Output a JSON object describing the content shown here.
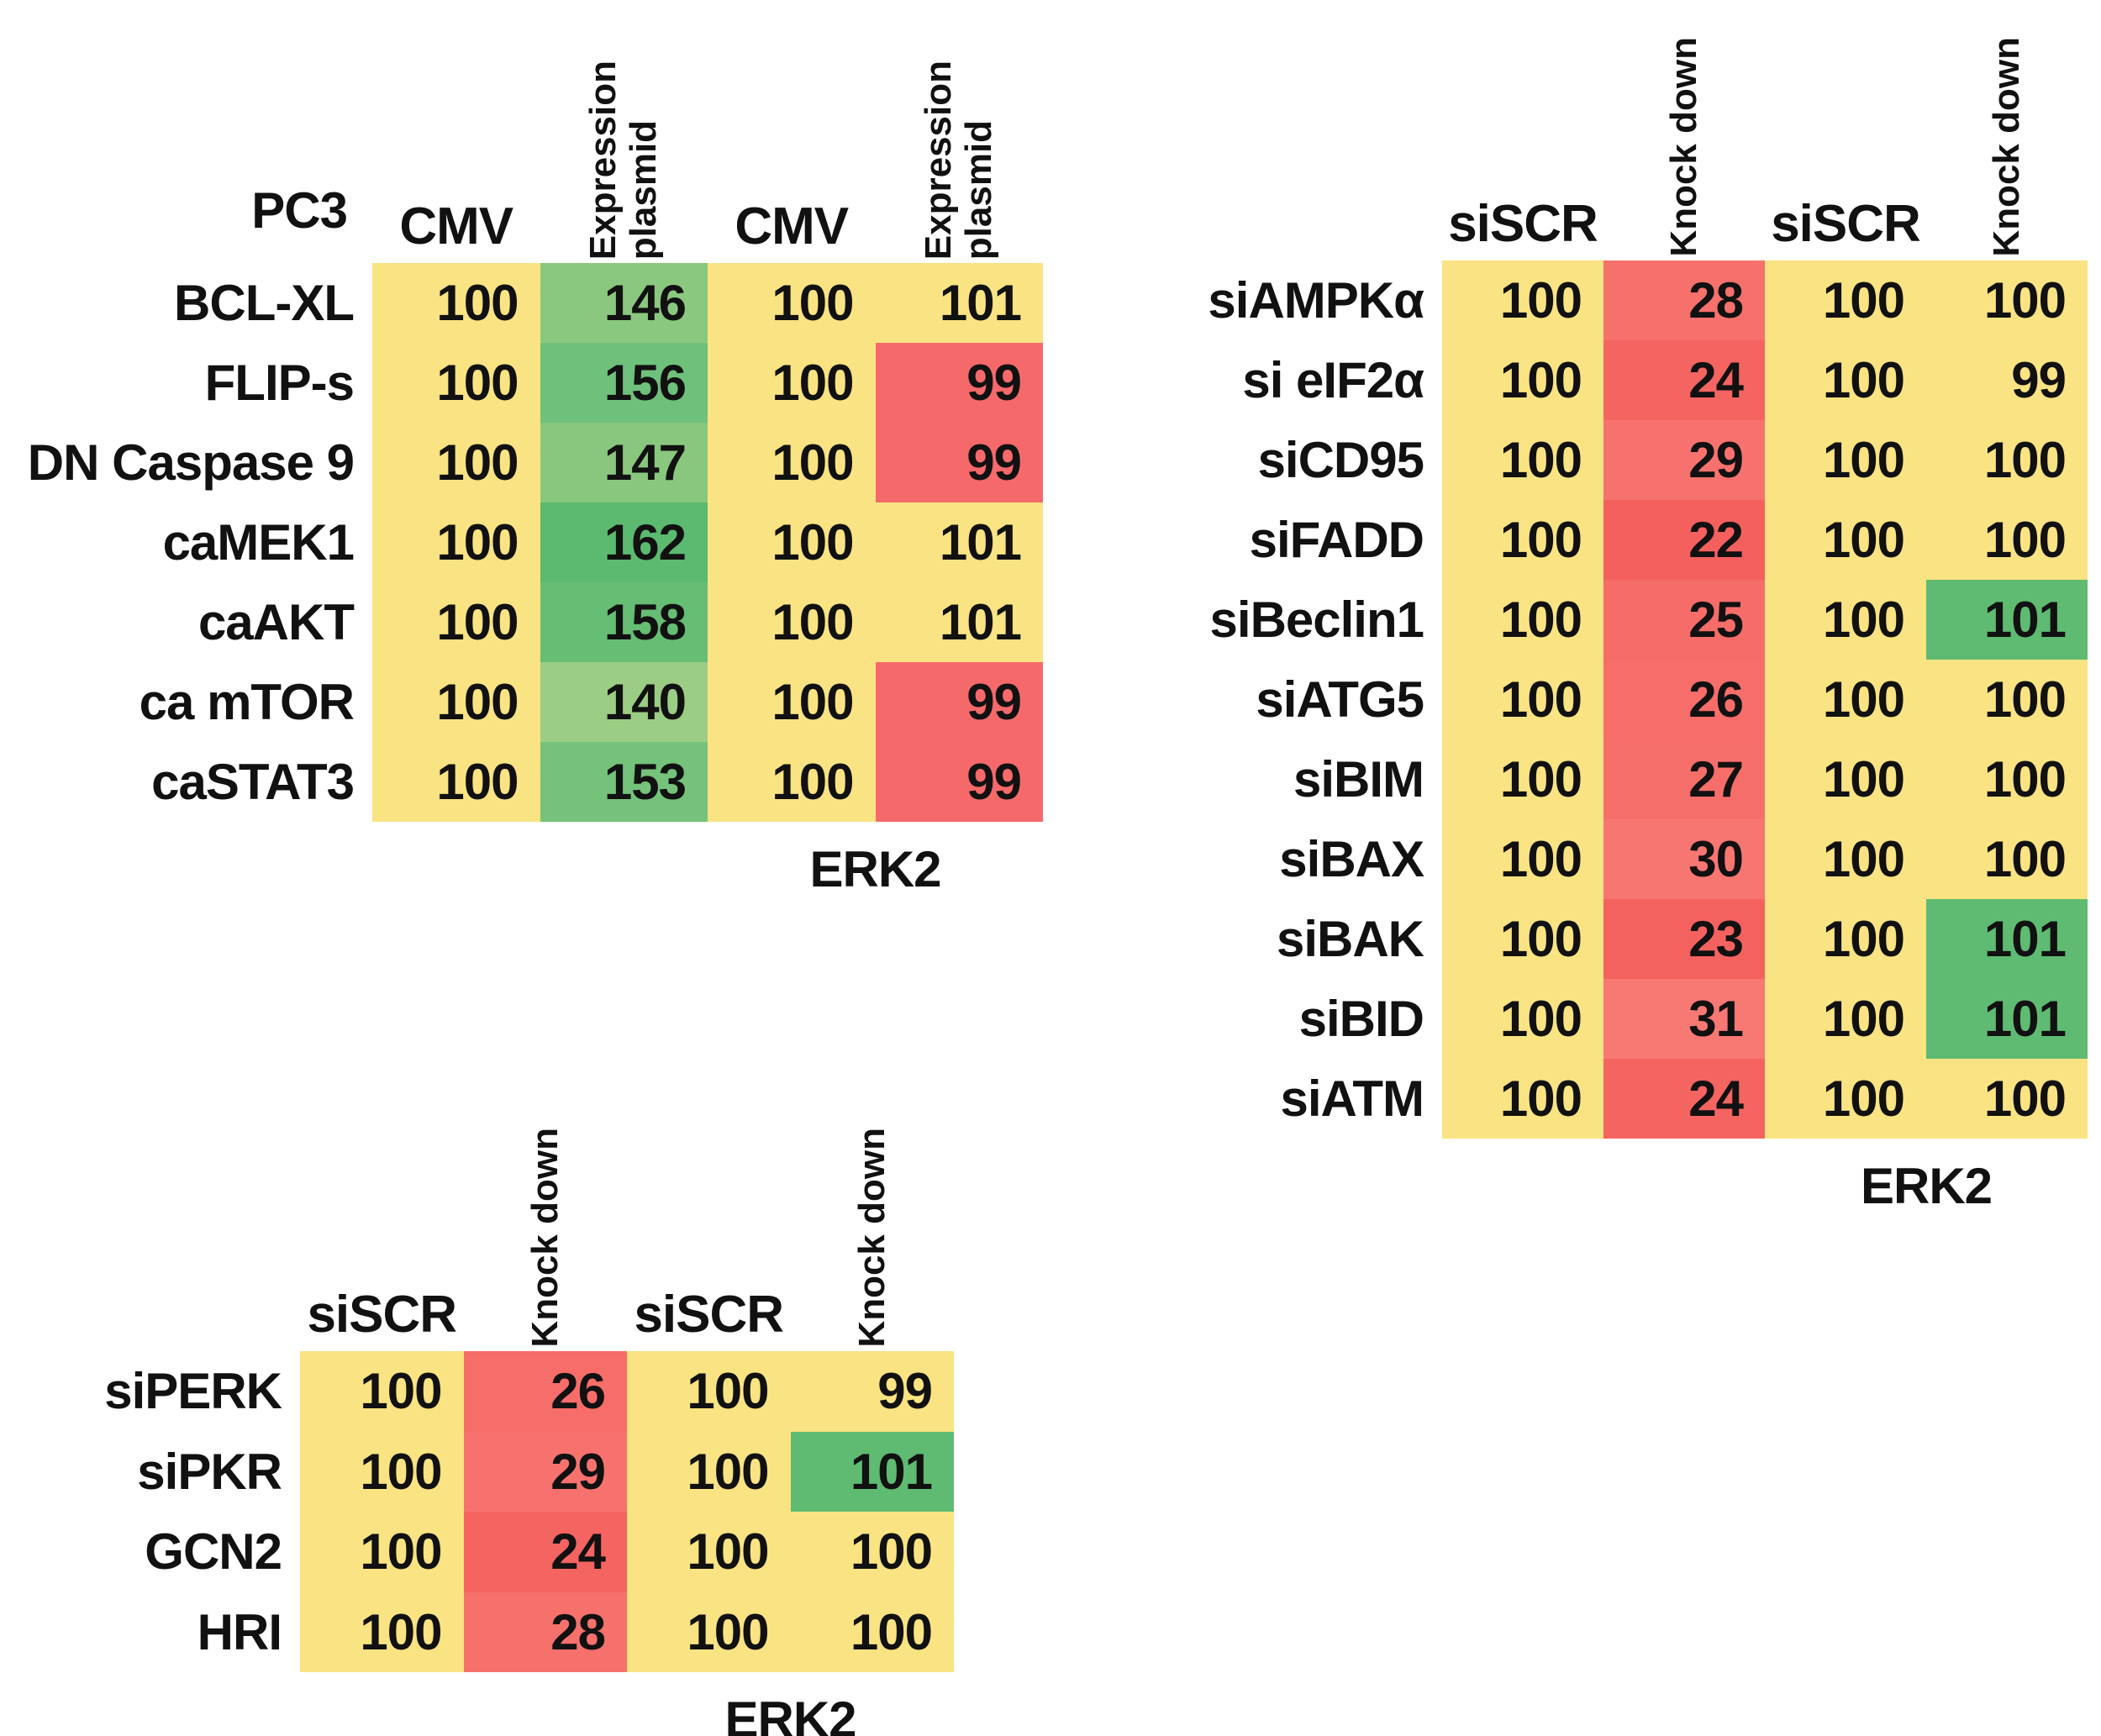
{
  "figure": {
    "background": "#ffffff",
    "text_color": "#111111"
  },
  "colors": {
    "baseline_yellow": "#FAE382",
    "decrease_red": "#F5696B",
    "increase_green": "#5FBB72"
  },
  "chart_data": [
    {
      "type": "heatmap",
      "title": "PC3",
      "columns": [
        "CMV",
        "Expression plasmid",
        "CMV",
        "Expression plasmid"
      ],
      "rows": [
        "BCL-XL",
        "FLIP-s",
        "DN Caspase 9",
        "caMEK1",
        "caAKT",
        "ca mTOR",
        "caSTAT3"
      ],
      "values": [
        [
          100,
          146,
          100,
          101
        ],
        [
          100,
          156,
          100,
          99
        ],
        [
          100,
          147,
          100,
          99
        ],
        [
          100,
          162,
          100,
          101
        ],
        [
          100,
          158,
          100,
          101
        ],
        [
          100,
          140,
          100,
          99
        ],
        [
          100,
          153,
          100,
          99
        ]
      ],
      "footer_label": "ERK2",
      "legend": "red-yellow-green conditional formatting, 100 = baseline"
    },
    {
      "type": "heatmap",
      "title": "",
      "columns": [
        "siSCR",
        "Knock down",
        "siSCR",
        "Knock down"
      ],
      "rows": [
        "siAMPKα",
        "si eIF2α",
        "siCD95",
        "siFADD",
        "siBeclin1",
        "siATG5",
        "siBIM",
        "siBAX",
        "siBAK",
        "siBID",
        "siATM"
      ],
      "values": [
        [
          100,
          28,
          100,
          100
        ],
        [
          100,
          24,
          100,
          99
        ],
        [
          100,
          29,
          100,
          100
        ],
        [
          100,
          22,
          100,
          100
        ],
        [
          100,
          25,
          100,
          101
        ],
        [
          100,
          26,
          100,
          100
        ],
        [
          100,
          27,
          100,
          100
        ],
        [
          100,
          30,
          100,
          100
        ],
        [
          100,
          23,
          100,
          101
        ],
        [
          100,
          31,
          100,
          101
        ],
        [
          100,
          24,
          100,
          100
        ]
      ],
      "footer_label": "ERK2",
      "legend": "red-yellow-green conditional formatting, 100 = baseline"
    },
    {
      "type": "heatmap",
      "title": "",
      "columns": [
        "siSCR",
        "Knock down",
        "siSCR",
        "Knock down"
      ],
      "rows": [
        "siPERK",
        "siPKR",
        "GCN2",
        "HRI"
      ],
      "values": [
        [
          100,
          26,
          100,
          99
        ],
        [
          100,
          29,
          100,
          101
        ],
        [
          100,
          24,
          100,
          100
        ],
        [
          100,
          28,
          100,
          100
        ]
      ],
      "footer_label": "ERK2",
      "legend": "red-yellow-green conditional formatting, 100 = baseline"
    }
  ],
  "tables": [
    {
      "name": "pc3-overexpression",
      "corner_label": "PC3",
      "footer_label": "ERK2",
      "col_headers": [
        {
          "label": "CMV",
          "rotated": false
        },
        {
          "label": "Expression\nplasmid",
          "rotated": true
        },
        {
          "label": "CMV",
          "rotated": false
        },
        {
          "label": "Expression\nplasmid",
          "rotated": true
        }
      ],
      "rows": [
        {
          "label": "BCL-XL",
          "cells": [
            {
              "v": "100",
              "bg": "#FAE382"
            },
            {
              "v": "146",
              "bg": "#8BC87F"
            },
            {
              "v": "100",
              "bg": "#FAE382"
            },
            {
              "v": "101",
              "bg": "#FAE382"
            }
          ]
        },
        {
          "label": "FLIP-s",
          "cells": [
            {
              "v": "100",
              "bg": "#FAE382"
            },
            {
              "v": "156",
              "bg": "#6FC07B"
            },
            {
              "v": "100",
              "bg": "#FAE382"
            },
            {
              "v": "99",
              "bg": "#F5696B"
            }
          ]
        },
        {
          "label": "DN Caspase 9",
          "cells": [
            {
              "v": "100",
              "bg": "#FAE382"
            },
            {
              "v": "147",
              "bg": "#89C77E"
            },
            {
              "v": "100",
              "bg": "#FAE382"
            },
            {
              "v": "99",
              "bg": "#F5696B"
            }
          ]
        },
        {
          "label": "caMEK1",
          "cells": [
            {
              "v": "100",
              "bg": "#FAE382"
            },
            {
              "v": "162",
              "bg": "#5BBA70"
            },
            {
              "v": "100",
              "bg": "#FAE382"
            },
            {
              "v": "101",
              "bg": "#FAE382"
            }
          ]
        },
        {
          "label": "caAKT",
          "cells": [
            {
              "v": "100",
              "bg": "#FAE382"
            },
            {
              "v": "158",
              "bg": "#66BD74"
            },
            {
              "v": "100",
              "bg": "#FAE382"
            },
            {
              "v": "101",
              "bg": "#FAE382"
            }
          ]
        },
        {
          "label": "ca mTOR",
          "cells": [
            {
              "v": "100",
              "bg": "#FAE382"
            },
            {
              "v": "140",
              "bg": "#9BCD84"
            },
            {
              "v": "100",
              "bg": "#FAE382"
            },
            {
              "v": "99",
              "bg": "#F5696B"
            }
          ]
        },
        {
          "label": "caSTAT3",
          "cells": [
            {
              "v": "100",
              "bg": "#FAE382"
            },
            {
              "v": "153",
              "bg": "#75C27A"
            },
            {
              "v": "100",
              "bg": "#FAE382"
            },
            {
              "v": "99",
              "bg": "#F5696B"
            }
          ]
        }
      ]
    },
    {
      "name": "sirna-knockdown-main",
      "corner_label": "",
      "footer_label": "ERK2",
      "col_headers": [
        {
          "label": "siSCR",
          "rotated": false
        },
        {
          "label": "Knock down",
          "rotated": true
        },
        {
          "label": "siSCR",
          "rotated": false
        },
        {
          "label": "Knock down",
          "rotated": true
        }
      ],
      "rows": [
        {
          "label": "siAMPKα",
          "cells": [
            {
              "v": "100",
              "bg": "#FAE382"
            },
            {
              "v": "28",
              "bg": "#F6706C"
            },
            {
              "v": "100",
              "bg": "#FAE382"
            },
            {
              "v": "100",
              "bg": "#FAE382"
            }
          ]
        },
        {
          "label": "si eIF2α",
          "cells": [
            {
              "v": "100",
              "bg": "#FAE382"
            },
            {
              "v": "24",
              "bg": "#F46461"
            },
            {
              "v": "100",
              "bg": "#FAE382"
            },
            {
              "v": "99",
              "bg": "#FAE382"
            }
          ]
        },
        {
          "label": "siCD95",
          "cells": [
            {
              "v": "100",
              "bg": "#FAE382"
            },
            {
              "v": "29",
              "bg": "#F7726E"
            },
            {
              "v": "100",
              "bg": "#FAE382"
            },
            {
              "v": "100",
              "bg": "#FAE382"
            }
          ]
        },
        {
          "label": "siFADD",
          "cells": [
            {
              "v": "100",
              "bg": "#FAE382"
            },
            {
              "v": "22",
              "bg": "#F4605E"
            },
            {
              "v": "100",
              "bg": "#FAE382"
            },
            {
              "v": "100",
              "bg": "#FAE382"
            }
          ]
        },
        {
          "label": "siBeclin1",
          "cells": [
            {
              "v": "100",
              "bg": "#FAE382"
            },
            {
              "v": "25",
              "bg": "#F66C68"
            },
            {
              "v": "100",
              "bg": "#FAE382"
            },
            {
              "v": "101",
              "bg": "#5FBB72"
            }
          ]
        },
        {
          "label": "siATG5",
          "cells": [
            {
              "v": "100",
              "bg": "#FAE382"
            },
            {
              "v": "26",
              "bg": "#F66D69"
            },
            {
              "v": "100",
              "bg": "#FAE382"
            },
            {
              "v": "100",
              "bg": "#FAE382"
            }
          ]
        },
        {
          "label": "siBIM",
          "cells": [
            {
              "v": "100",
              "bg": "#FAE382"
            },
            {
              "v": "27",
              "bg": "#F66E6A"
            },
            {
              "v": "100",
              "bg": "#FAE382"
            },
            {
              "v": "100",
              "bg": "#FAE382"
            }
          ]
        },
        {
          "label": "siBAX",
          "cells": [
            {
              "v": "100",
              "bg": "#FAE382"
            },
            {
              "v": "30",
              "bg": "#F87672"
            },
            {
              "v": "100",
              "bg": "#FAE382"
            },
            {
              "v": "100",
              "bg": "#FAE382"
            }
          ]
        },
        {
          "label": "siBAK",
          "cells": [
            {
              "v": "100",
              "bg": "#FAE382"
            },
            {
              "v": "23",
              "bg": "#F4625F"
            },
            {
              "v": "100",
              "bg": "#FAE382"
            },
            {
              "v": "101",
              "bg": "#5FBB72"
            }
          ]
        },
        {
          "label": "siBID",
          "cells": [
            {
              "v": "100",
              "bg": "#FAE382"
            },
            {
              "v": "31",
              "bg": "#F87874"
            },
            {
              "v": "100",
              "bg": "#FAE382"
            },
            {
              "v": "101",
              "bg": "#5FBB72"
            }
          ]
        },
        {
          "label": "siATM",
          "cells": [
            {
              "v": "100",
              "bg": "#FAE382"
            },
            {
              "v": "24",
              "bg": "#F46461"
            },
            {
              "v": "100",
              "bg": "#FAE382"
            },
            {
              "v": "100",
              "bg": "#FAE382"
            }
          ]
        }
      ]
    },
    {
      "name": "sirna-knockdown-eif2-kinases",
      "corner_label": "",
      "footer_label": "ERK2",
      "col_headers": [
        {
          "label": "siSCR",
          "rotated": false
        },
        {
          "label": "Knock down",
          "rotated": true
        },
        {
          "label": "siSCR",
          "rotated": false
        },
        {
          "label": "Knock down",
          "rotated": true
        }
      ],
      "rows": [
        {
          "label": "siPERK",
          "cells": [
            {
              "v": "100",
              "bg": "#FAE382"
            },
            {
              "v": "26",
              "bg": "#F66D69"
            },
            {
              "v": "100",
              "bg": "#FAE382"
            },
            {
              "v": "99",
              "bg": "#FAE382"
            }
          ]
        },
        {
          "label": "siPKR",
          "cells": [
            {
              "v": "100",
              "bg": "#FAE382"
            },
            {
              "v": "29",
              "bg": "#F7726E"
            },
            {
              "v": "100",
              "bg": "#FAE382"
            },
            {
              "v": "101",
              "bg": "#5FBB72"
            }
          ]
        },
        {
          "label": "GCN2",
          "cells": [
            {
              "v": "100",
              "bg": "#FAE382"
            },
            {
              "v": "24",
              "bg": "#F46461"
            },
            {
              "v": "100",
              "bg": "#FAE382"
            },
            {
              "v": "100",
              "bg": "#FAE382"
            }
          ]
        },
        {
          "label": "HRI",
          "cells": [
            {
              "v": "100",
              "bg": "#FAE382"
            },
            {
              "v": "28",
              "bg": "#F6706C"
            },
            {
              "v": "100",
              "bg": "#FAE382"
            },
            {
              "v": "100",
              "bg": "#FAE382"
            }
          ]
        }
      ]
    }
  ]
}
